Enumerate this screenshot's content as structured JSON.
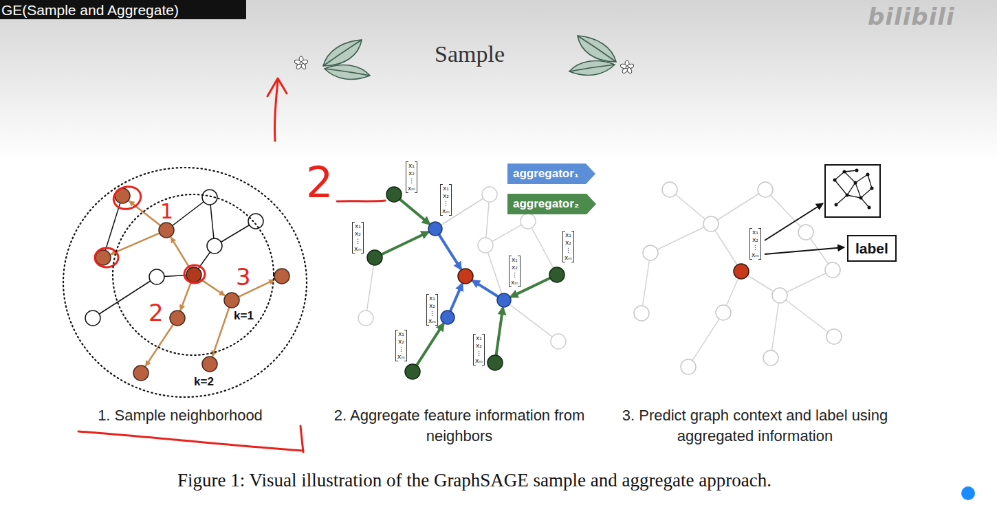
{
  "diagram": {
    "title": "Sample",
    "caption": "Figure 1: Visual illustration of the GraphSAGE sample and aggregate approach.",
    "nodes": [
      {
        "text": [
          "k=2"
        ]
      },
      {
        "text": [
          "k=1"
        ],
        "in": 0
      },
      {
        "text": [
          "aggregator₁"
        ]
      },
      {
        "text": [
          "aggregator₂"
        ]
      },
      {
        "text": [
          "label"
        ]
      }
    ],
    "labels": [
      "GE(Sample and Aggregate)",
      "bilibili",
      "1. Sample neighborhood",
      "2. Aggregate feature information from neighbors",
      "3. Predict graph context and label using aggregated information",
      "2",
      "1",
      "2",
      "3",
      "x₁ x₂ ⋮ xₘ",
      "x₁ x₂ ⋮ xₘ",
      "x₁ x₂ ⋮ xₘ",
      "x₁ x₂ ⋮ xₘ",
      "x₁ x₂ ⋮ xₘ",
      "x₁ x₂ ⋮ xₘ",
      "x₁ x₂ ⋮ xₘ",
      "x₁ x₂ ⋮ xₘ",
      "x₁ x₂ ⋮ xₘ"
    ]
  }
}
